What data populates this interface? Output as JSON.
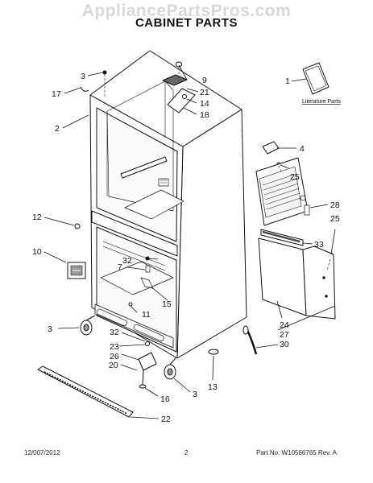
{
  "watermark": "AppliancePartsPros.com",
  "title": "CABINET PARTS",
  "literature_label": "Literature Parts",
  "callouts": {
    "c1": "1",
    "c2": "2",
    "c3a": "3",
    "c3b": "3",
    "c3c": "3",
    "c4": "4",
    "c7": "7",
    "c9": "9",
    "c10": "10",
    "c11": "11",
    "c12": "12",
    "c13": "13",
    "c14": "14",
    "c15": "15",
    "c16": "16",
    "c17": "17",
    "c18": "18",
    "c20": "20",
    "c21": "21",
    "c22": "22",
    "c23": "23",
    "c24": "24",
    "c25a": "25",
    "c25b": "25",
    "c26": "26",
    "c27": "27",
    "c28": "28",
    "c30": "30",
    "c32a": "32",
    "c32b": "32",
    "c33": "33"
  },
  "footer": {
    "date": "12/007/2012",
    "page": "2",
    "part_no": "Part No.  W10566765  Rev.  A"
  }
}
